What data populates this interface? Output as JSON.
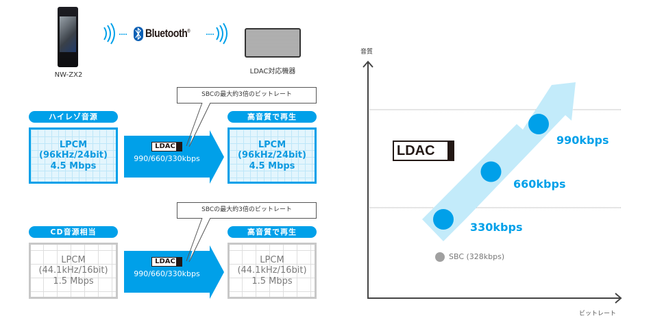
{
  "top": {
    "player_label": "NW-ZX2",
    "bluetooth_label": "Bluetooth",
    "bluetooth_mark": "®",
    "speaker_label": "LDAC対応機器"
  },
  "flows": [
    {
      "source_tag": "ハイレゾ音源",
      "source_lines": [
        "LPCM",
        "(96kHz/24bit)",
        "4.5 Mbps"
      ],
      "codec_logo": "LDAC",
      "codec_rates": "990/660/330kbps",
      "callout": "SBCの最大約3倍のビットレート",
      "output_tag": "高音質で再生",
      "output_lines": [
        "LPCM",
        "(96kHz/24bit)",
        "4.5 Mbps"
      ],
      "style": "blue"
    },
    {
      "source_tag": "CD音源相当",
      "source_lines": [
        "LPCM",
        "(44.1kHz/16bit)",
        "1.5 Mbps"
      ],
      "codec_logo": "LDAC",
      "codec_rates": "990/660/330kbps",
      "callout": "SBCの最大約3倍のビットレート",
      "output_tag": "高音質で再生",
      "output_lines": [
        "LPCM",
        "(44.1kHz/16bit)",
        "1.5 Mbps"
      ],
      "style": "gray"
    }
  ],
  "graph": {
    "y_axis_label": "音質",
    "x_axis_label": "ビットレート",
    "logo": "LDAC",
    "points": [
      {
        "label": "330kbps",
        "kbps": 330
      },
      {
        "label": "660kbps",
        "kbps": 660
      },
      {
        "label": "990kbps",
        "kbps": 990
      }
    ],
    "reference": {
      "label": "SBC (328kbps)",
      "kbps": 328
    }
  },
  "colors": {
    "accent": "#00a0e9",
    "band": "#c3ebfa",
    "sbc_dot": "#a0a0a0",
    "axis": "#444444"
  }
}
